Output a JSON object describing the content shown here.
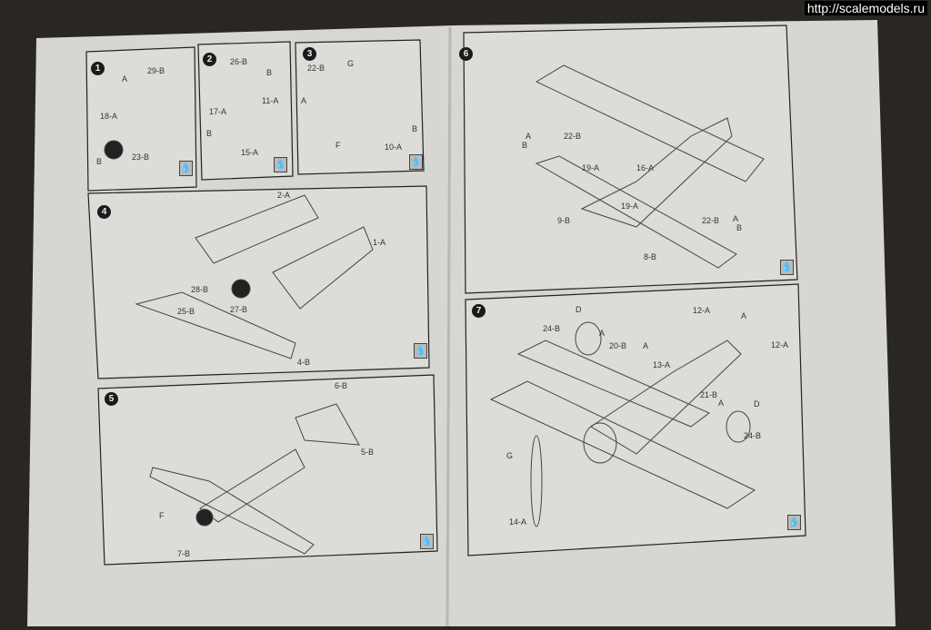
{
  "watermark": "http://scalemodels.ru",
  "icons": {
    "paint": "drop-icon",
    "glue": "glue-icon"
  },
  "drop_glyph": "💧",
  "steps": [
    {
      "number": "1",
      "labels": [
        "A",
        "29-B",
        "18-A",
        "B",
        "23-B"
      ]
    },
    {
      "number": "2",
      "labels": [
        "26-B",
        "B",
        "11-A",
        "17-A",
        "B",
        "15-A"
      ]
    },
    {
      "number": "3",
      "labels": [
        "22-B",
        "G",
        "A",
        "F",
        "B",
        "10-A"
      ]
    },
    {
      "number": "4",
      "labels": [
        "2-A",
        "1-A",
        "28-B",
        "27-B",
        "25-B",
        "4-B"
      ]
    },
    {
      "number": "5",
      "labels": [
        "6-B",
        "5-B",
        "F",
        "7-B"
      ]
    },
    {
      "number": "6",
      "labels": [
        "22-B",
        "19-A",
        "16-A",
        "19-A",
        "9-B",
        "22-B",
        "8-B",
        "A",
        "B",
        "A",
        "B"
      ]
    },
    {
      "number": "7",
      "labels": [
        "D",
        "24-B",
        "A",
        "20-B",
        "A",
        "13-A",
        "12-A",
        "A",
        "12-A",
        "21-B",
        "A",
        "D",
        "24-B",
        "G",
        "14-A"
      ]
    }
  ]
}
